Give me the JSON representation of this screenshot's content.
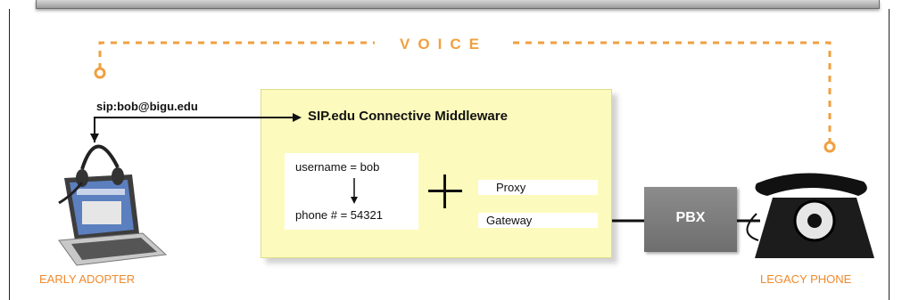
{
  "voice_label": "VOICE",
  "sip_address": "sip:bob@bigu.edu",
  "middleware": {
    "title": "SIP.edu Connective Middleware",
    "mapping": {
      "username": "username = bob",
      "phone": "phone # = 54321"
    },
    "services": [
      "Proxy",
      "Gateway"
    ]
  },
  "pbx_label": "PBX",
  "endpoints": {
    "left": "EARLY ADOPTER",
    "right": "LEGACY PHONE"
  },
  "colors": {
    "voice_path": "#f0a040",
    "endpoint_label": "#f08a2c",
    "middleware_fill": "#fcfbbd",
    "pbx_fill": "#7d7d7d"
  },
  "icons": [
    "headset-icon",
    "laptop-icon",
    "rotary-phone-icon"
  ]
}
